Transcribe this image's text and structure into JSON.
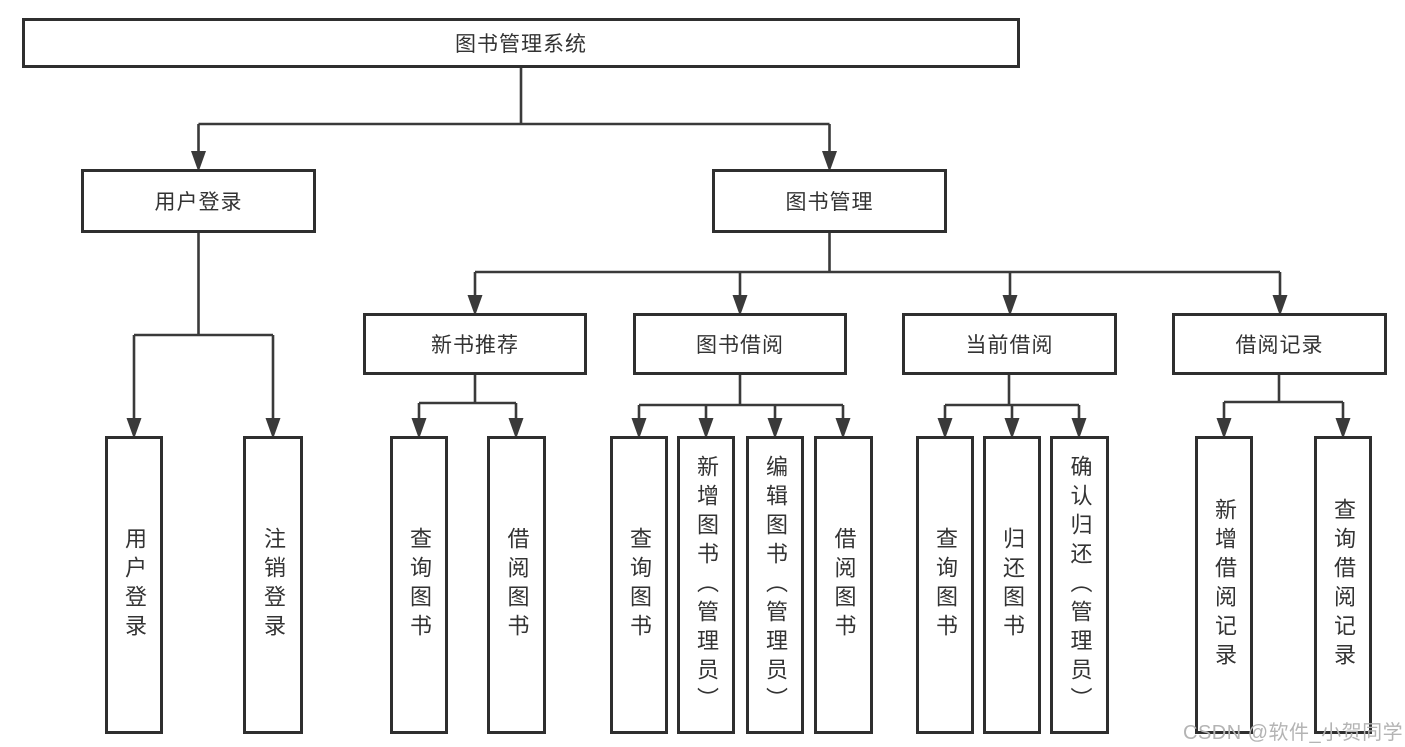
{
  "watermark": "CSDN @软件_小贺同学",
  "colors": {
    "background": "#ffffff",
    "box_border": "#2f2f2f",
    "connector_line": "#3a3a3a",
    "text": "#333333",
    "watermark_text": "#b4b4b4"
  },
  "tree": {
    "root": {
      "label": "图书管理系统",
      "children": [
        {
          "label": "用户登录",
          "children": [
            {
              "label": "用户登录"
            },
            {
              "label": "注销登录"
            }
          ]
        },
        {
          "label": "图书管理",
          "children": [
            {
              "label": "新书推荐",
              "children": [
                {
                  "label": "查询图书"
                },
                {
                  "label": "借阅图书"
                }
              ]
            },
            {
              "label": "图书借阅",
              "children": [
                {
                  "label": "查询图书"
                },
                {
                  "label": "新增图书（管理员）"
                },
                {
                  "label": "编辑图书（管理员）"
                },
                {
                  "label": "借阅图书"
                }
              ]
            },
            {
              "label": "当前借阅",
              "children": [
                {
                  "label": "查询图书"
                },
                {
                  "label": "归还图书"
                },
                {
                  "label": "确认归还（管理员）"
                }
              ]
            },
            {
              "label": "借阅记录",
              "children": [
                {
                  "label": "新增借阅记录"
                },
                {
                  "label": "查询借阅记录"
                }
              ]
            }
          ]
        }
      ]
    }
  }
}
